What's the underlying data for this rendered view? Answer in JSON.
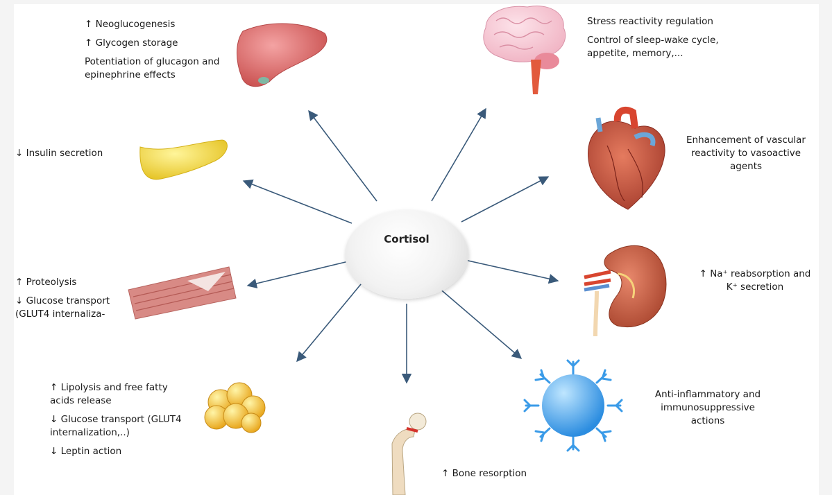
{
  "center": {
    "label": "Cortisol"
  },
  "liver": {
    "lines": [
      "↑ Neoglucogenesis",
      "↑ Glycogen storage",
      "Potentiation of glucagon and epinephrine effects"
    ]
  },
  "brain": {
    "lines": [
      "Stress reactivity regulation",
      "Control of sleep-wake cycle, appetite, memory,..."
    ]
  },
  "pancreas": {
    "lines": [
      "↓ Insulin secretion"
    ]
  },
  "heart": {
    "lines": [
      "Enhancement of vascular reactivity to vasoactive agents"
    ]
  },
  "muscle": {
    "lines": [
      "↑ Proteolysis",
      "↓ Glucose transport (GLUT4 internaliza-"
    ]
  },
  "kidney": {
    "lines": [
      "↑ Na⁺ reabsorption and K⁺ secretion"
    ]
  },
  "adipose": {
    "lines": [
      "↑ Lipolysis and free fatty acids release",
      "↓ Glucose transport (GLUT4 internalization,..)",
      "↓ Leptin action"
    ]
  },
  "immune": {
    "lines": [
      "Anti-inflammatory and immunosuppressive actions"
    ]
  },
  "bone": {
    "lines": [
      "↑ Bone resorption"
    ]
  },
  "colors": {
    "arrow": "#3a5a7a",
    "background": "#f4f4f4"
  }
}
